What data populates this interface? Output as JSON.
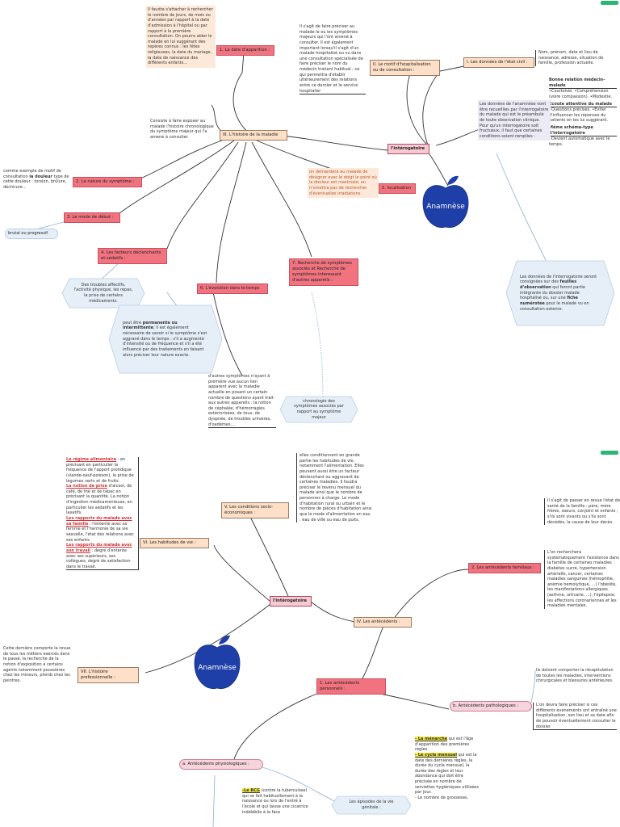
{
  "colors": {
    "accent_green": "#2bb673",
    "apple": "#1f3fa8",
    "pink": "#f0737f",
    "peach": "#fde0c7",
    "light_pink": "#f7c9d2",
    "hex_fill": "#e6eff8"
  },
  "top": {
    "center_label": "Anamnèse",
    "hub_label": "l'intérogatoire",
    "nodes": {
      "date": "1. La date d'apparition :",
      "motif": "II. Le motif d'hospitalisation ou de consultation :",
      "etat_civil": "I. Les données de l'état civil :",
      "histoire": "III. L'histoire de la maladie",
      "nature": "2. La nature du symptôme :",
      "localisation": "5. localisation",
      "mode": "3. Le mode de début :",
      "facteurs": "4. Les facteurs déclenchants et sédatifs :",
      "evolution": "6. L'évolution dans le temps",
      "recherche": "7. Recherche de symptômes associés et Recherche de symptômes intéressant d'autres appareils :"
    },
    "notes": {
      "date_note": "Il faudra s'attacher à rechercher le nombre de jours, de mois ou d'années par rapport à la date d'admission à l'hôpital ou par rapport à la première consultation. On pourra aider le malade en lui suggérant des repères connus : les fêtes religieuses, la date du mariage, la date de naissance des différents enfants...",
      "motif_note": "Il s'agit de faire préciser au malade le ou les symptômes majeurs qui l'ont amené à consulter. Il est également important lorsqu'il s'agit d'un malade hospitalisé ou vu dans une consultation spécialisée de faire préciser le nom du médecin traitant habituel ; ce qui permettra d'établir ultérieurement des relations entre ce dernier et le service hospitalier",
      "etat_civil_note": "Nom, prénom, date et lieu de naissance, adresse, situation de famille, profession actuelle.",
      "relation_title": "Bonne relation médecin-malade",
      "relation_items": "•Courtoisie. •Compréhension (voire compassion). •Modestie.",
      "ecoute_title": "Ecoute attentive du malade",
      "ecoute_items": "•Questions précises. •Eviter d'influencer les réponses du patients en les lui suggérant.",
      "schema_title": "Même schéma-type d'interrogatoire",
      "schema_items": "•Devient automatique avec le temps.",
      "interro_note": "Les données de l'anamnèse vont être recueillies par l'interrogatoire du malade qui est le préambule de toute observation clinique. Pour qu'un interrogatoire soit fructueux, il faut que certaines conditions soient remplies :",
      "feuilles_note_a": "Les données de l'interrogatoire seront consignées sur des ",
      "feuilles_b1": "feuilles d'observation",
      "feuilles_note_c": " qui feront partie intégrante du dossier malade hospitalisé ou, sur une ",
      "feuilles_b2": "fiche numérotée",
      "feuilles_note_d": " pour le malade vu en consultation externe.",
      "histoire_note": "Consiste à faire exposer au malade l'histoire chronologique du symptôme majeur qui l'a amené à consulter.",
      "nature_note_a": "comme exemple de motif de consultation ",
      "nature_note_b": "la douleur",
      "nature_note_c": " type de cette douleur : torsion, brûlure, déchirure...",
      "localisation_note": "on demandera au malade de désigner avec le doigt le point où la douleur est maximale; on n'omettra pas de rechercher d'éventuelles irradiations.",
      "mode_note": "brutal ou progressif.",
      "facteurs_note": "Des troubles affectifs, l'activité physique, les repas, la prise de certains médicaments.",
      "evolution_note_a": "peut être ",
      "evolution_note_b": "permanente ou intermittente",
      "evolution_note_c": "; il est également nécessaire de savoir si le symptôme s'est aggravé dans le temps : s'il a augmenté d'intensité ou de fréquence et s'il a été influencé par des traitements en faisant alors préciser leur nature exacte.",
      "autres_note": "d'autres symptômes n'ayant à première vue aucun lien apparent avec la maladie actuelle en posant un certain nombre de questions ayant trait aux autres appareils : la notion de céphalée, d'hémorragies extériorisées, de toux, de dyspnée, de troubles urinaires, d'oedèmes....",
      "chrono_note": "chronologie des symptômes associés par rapport au symptôme majeur"
    }
  },
  "bottom": {
    "center_label": "Anamnèse",
    "hub_label": "l'intérogatoire",
    "nodes": {
      "socio": "V. Les conditions socio-économiques :",
      "habitudes": "VI. Les habitudes de vie :",
      "antecedents": "IV. Les antécédents :",
      "familiaux": "2. Les antécédents familiaux :",
      "profession": "VII. L'histoire professionnelle :",
      "personnels": "1. Les antécédents personnels :",
      "pathologiques": "b. Antécédents pathologiques :",
      "physiologiques": "a. Antécédents physiologiques :",
      "episodes": "Les épisodes de la vie génitale :"
    },
    "notes": {
      "regime_h": "Le régime alimentaire",
      "regime_t": " : en précisant en particulier la fréquence de l'apport protidique (viande-oeuf-poisson), la prise de légumes verts et de fruits.",
      "prise_h": "La notion de prise",
      "prise_t": " d'alcool, de café, de thé et de tabac en précisant la quantité. La notion d'ingestion médicamenteuse, en particulier les sédatifs et les laxatifs.",
      "famille_h": "Les rapports du malade avec sa famille",
      "famille_t": " : l'entente avec sa femme et l'harmonie de sa vie sexuelle, l'état des relations avec ses enfants.",
      "travail_h": "Les rapports du malade avec son travail",
      "travail_t": " : degré d'entente avec ses supérieurs, ses collègues, degré de satisfaction dans le travail.",
      "socio_note": "elles conditionnent en grande partie les habitudes de vie, notamment l'alimentation. Elles peuvent aussi être un facteur déclenchant ou aggravant de certaines maladies. Il faudra préciser le revenu mensuel du malade ainsi que le nombre de personnes à charge. Le mode d'habitation rural ou urbain et le nombre de pièces d'habitation ainsi que le mode d'alimentation en eau : eau de ville ou eau de puits.",
      "familiaux_note1": "Il s'agit de passer en revue l'état de santé de la famille : père, mère frères, soeurs, conjoint et enfants ; s'ils sont vivants ou s'ils sont décédés, la cause de leur décès.",
      "familiaux_note2": "L'on recherchera systématiquement l'existence dans la famille de certaines maladies : diabètes sucré, hypertension artérielle, cancer, certaines maladies sanguines (hémophilie, anémie hémolytique, ...) l'obésité, les manifestations allergiques (asthme, urticaire, ...), l'épilepsie, les affections coronariennes et les maladies mentales.",
      "profession_note": "Cette dernière comporte la revue de tous les métiers exercés dans le passé, la recherche de la notion d'exposition à certains agents notamment poussières chez les mineurs, plomb chez les peintres.",
      "patho_note1": "Ils doivent comporter la récapitulation de toutes les maladies, interventions chirurgicales et blessures antérieures.",
      "patho_note2": "L'on devra faire préciser si ces différents événements ont entraîné une hospitalisation, son lieu et sa date afin de pouvoir éventuellement consulter le dossier",
      "menarche_h": "- La ménarche",
      "menarche_t": " qui est l'âge d'apparition des premières règles.",
      "cycle_h": "- Le cycle mensuel",
      "cycle_t": " qui est la date des dernières règles, la durée du cycle mensuel, la durée des règles et leur abondance qui doit être précisée en nombre de serviettes hygiéniques utilisées par jour.",
      "grossesse_t": "- Le nombre de grossesse,",
      "bcg_h": "-Le BCG",
      "bcg_t": " (contre la tuberculose) qui se fait habituellement à la naissance ou lors de l'entré à l'école et qui laisse une cicatrice indélébile à la face"
    }
  }
}
